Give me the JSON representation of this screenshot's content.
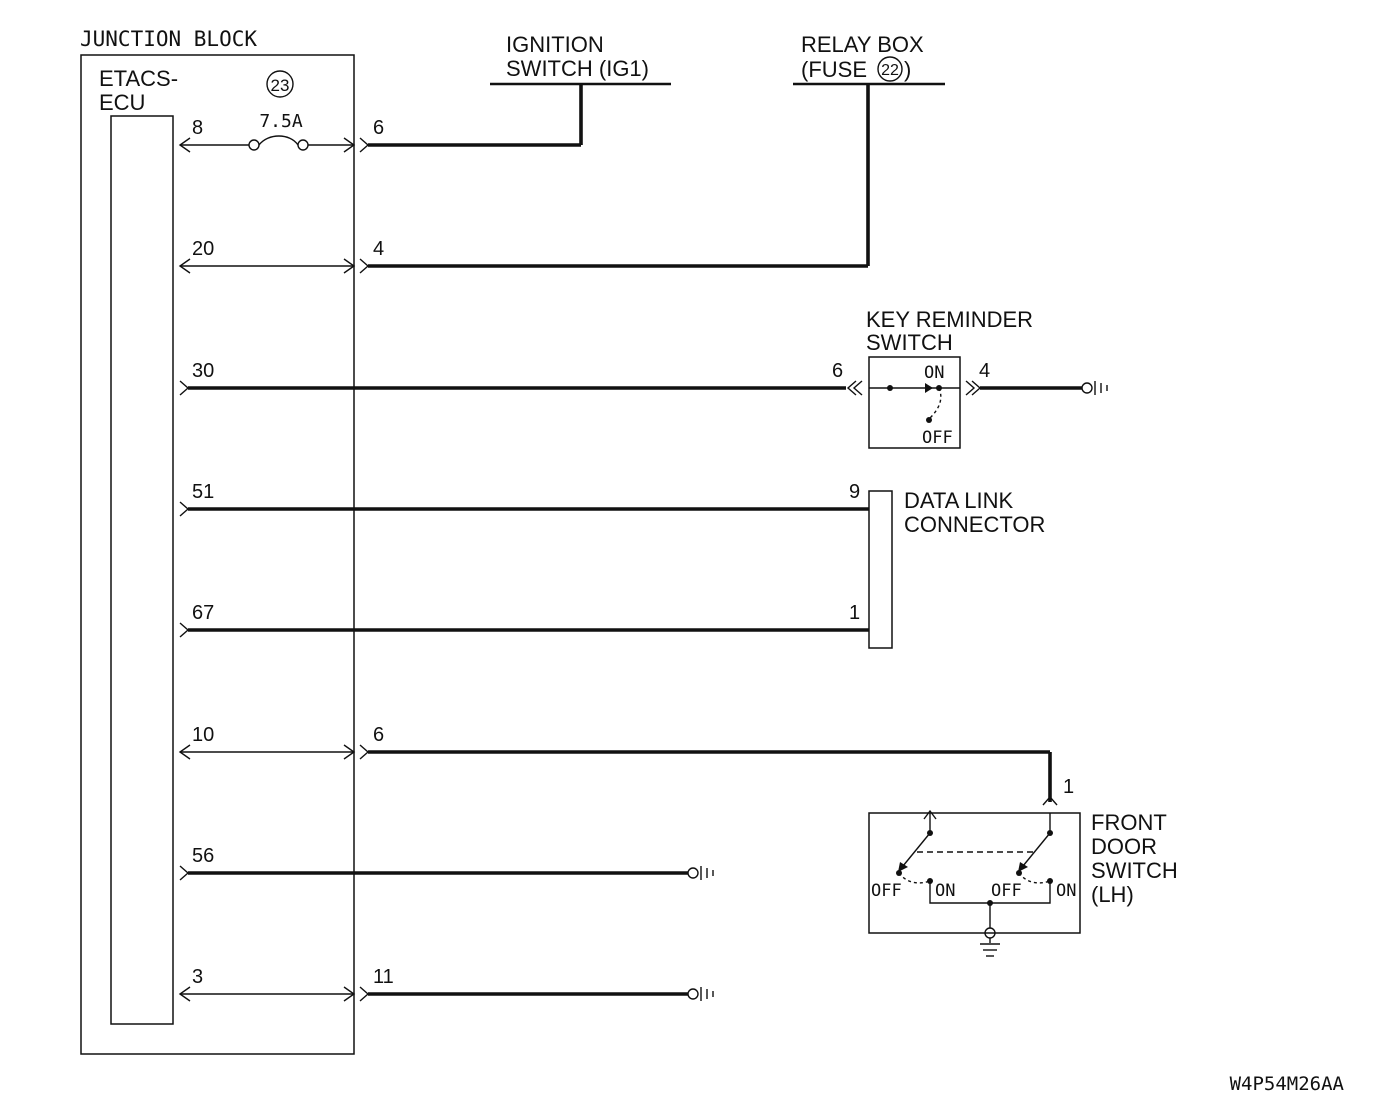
{
  "diagram": {
    "junction_block_label": "JUNCTION BLOCK",
    "etacs_label": [
      "ETACS-",
      "ECU"
    ],
    "fuse": {
      "number": "23",
      "rating": "7.5A"
    },
    "ignition_switch": [
      "IGNITION",
      "SWITCH (IG1)"
    ],
    "relay_box": {
      "line1": "RELAY BOX",
      "line2_prefix": "(FUSE",
      "fuse_number": "22",
      "line2_suffix": ")"
    },
    "key_reminder": {
      "label": [
        "KEY REMINDER",
        "SWITCH"
      ],
      "pin_in": "6",
      "pin_out": "4",
      "on": "ON",
      "off": "OFF"
    },
    "data_link": {
      "label": [
        "DATA LINK",
        "CONNECTOR"
      ],
      "pin_a": "9",
      "pin_b": "1"
    },
    "front_door": {
      "label": [
        "FRONT",
        "DOOR",
        "SWITCH",
        "(LH)"
      ],
      "pin": "1",
      "off": "OFF",
      "on": "ON"
    },
    "rows": [
      {
        "ecu_pin": "8",
        "jb_pin": "6"
      },
      {
        "ecu_pin": "20",
        "jb_pin": "4"
      },
      {
        "ecu_pin": "30",
        "jb_pin": ""
      },
      {
        "ecu_pin": "51",
        "jb_pin": ""
      },
      {
        "ecu_pin": "67",
        "jb_pin": ""
      },
      {
        "ecu_pin": "10",
        "jb_pin": "6"
      },
      {
        "ecu_pin": "56",
        "jb_pin": ""
      },
      {
        "ecu_pin": "3",
        "jb_pin": "11"
      }
    ],
    "figure_code": "W4P54M26AA"
  }
}
